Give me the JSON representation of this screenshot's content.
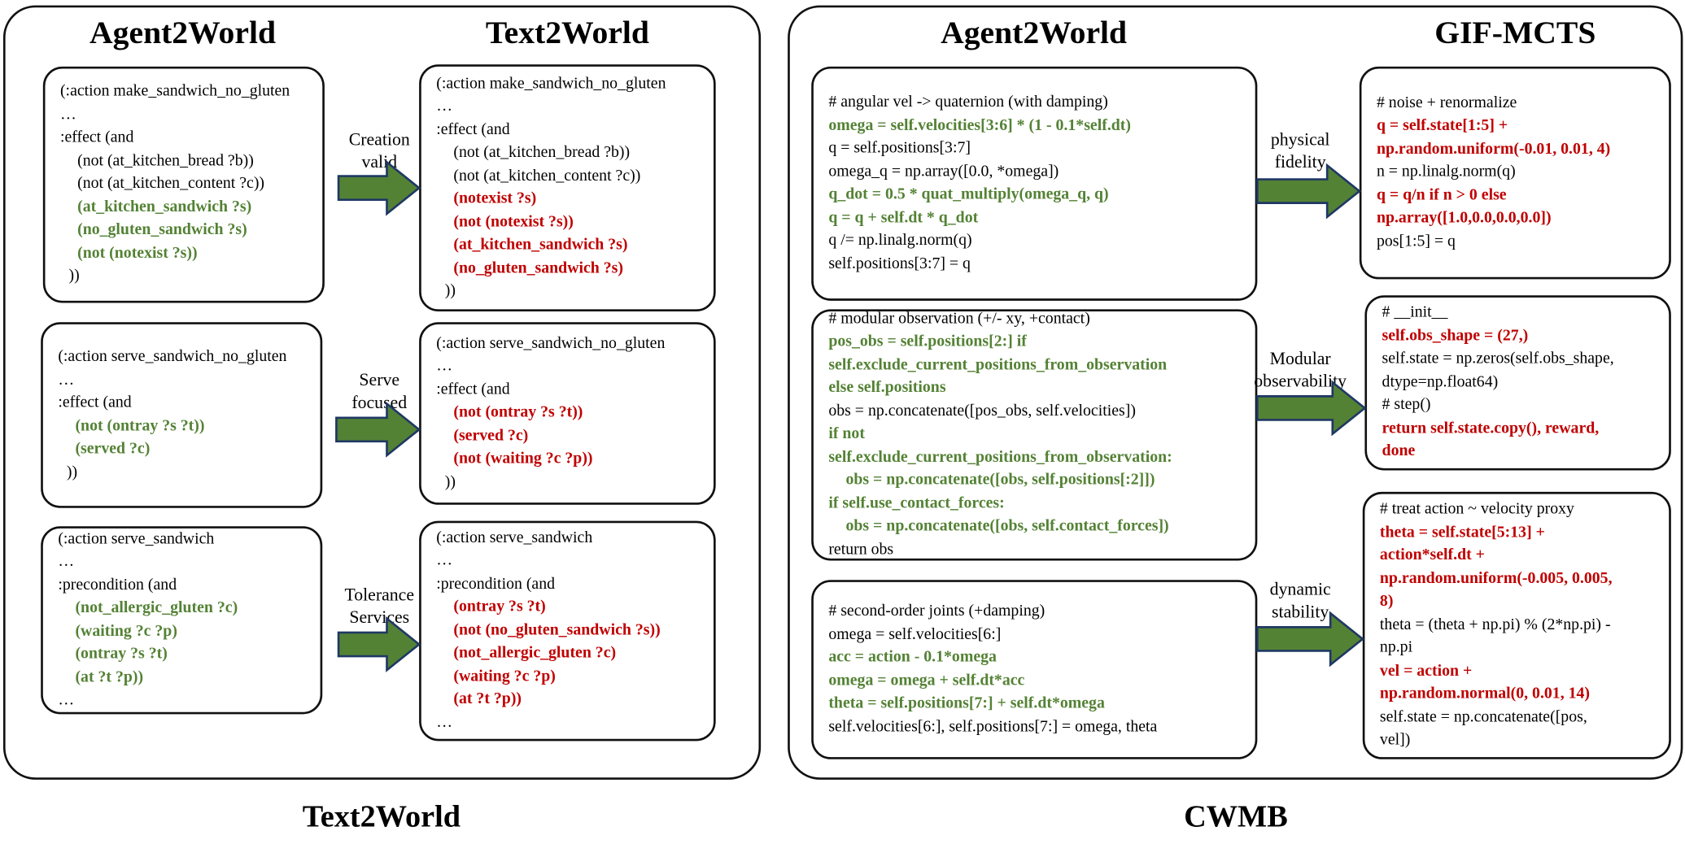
{
  "colors": {
    "added": "#548235",
    "error": "#c00000",
    "arrow_fill": "#548235",
    "arrow_stroke": "#1f3864"
  },
  "left_panel": {
    "footer": "Text2World",
    "headers": [
      "Agent2World",
      "Text2World"
    ],
    "rows": [
      {
        "label": [
          "Creation",
          "valid"
        ],
        "left": [
          {
            "t": "(:action make_sandwich_no_gluten",
            "c": "k",
            "i": 0
          },
          {
            "t": "…",
            "c": "k",
            "i": 0
          },
          {
            "t": ":effect (and",
            "c": "k",
            "i": 0
          },
          {
            "t": "(not (at_kitchen_bread ?b))",
            "c": "k",
            "i": 1
          },
          {
            "t": "(not (at_kitchen_content ?c))",
            "c": "k",
            "i": 1
          },
          {
            "t": "(at_kitchen_sandwich ?s)",
            "c": "g",
            "i": 1
          },
          {
            "t": "(no_gluten_sandwich ?s)",
            "c": "g",
            "i": 1
          },
          {
            "t": "(not (notexist ?s))",
            "c": "g",
            "i": 1
          },
          {
            "t": "))",
            "c": "k",
            "i": 0.5
          }
        ],
        "right": [
          {
            "t": "(:action make_sandwich_no_gluten",
            "c": "k",
            "i": 0
          },
          {
            "t": "…",
            "c": "k",
            "i": 0
          },
          {
            "t": ":effect (and",
            "c": "k",
            "i": 0
          },
          {
            "t": "(not (at_kitchen_bread ?b))",
            "c": "k",
            "i": 1
          },
          {
            "t": "(not (at_kitchen_content ?c))",
            "c": "k",
            "i": 1
          },
          {
            "t": "(notexist ?s)",
            "c": "r",
            "i": 1
          },
          {
            "t": "(not (notexist ?s))",
            "c": "r",
            "i": 1
          },
          {
            "t": "(at_kitchen_sandwich ?s)",
            "c": "r",
            "i": 1
          },
          {
            "t": "(no_gluten_sandwich ?s)",
            "c": "r",
            "i": 1
          },
          {
            "t": "))",
            "c": "k",
            "i": 0.5
          }
        ]
      },
      {
        "label": [
          "Serve",
          "focused"
        ],
        "left": [
          {
            "t": "(:action serve_sandwich_no_gluten",
            "c": "k",
            "i": 0
          },
          {
            "t": "…",
            "c": "k",
            "i": 0
          },
          {
            "t": ":effect (and",
            "c": "k",
            "i": 0
          },
          {
            "t": "(not (ontray ?s ?t))",
            "c": "g",
            "i": 1
          },
          {
            "t": "(served ?c)",
            "c": "g",
            "i": 1
          },
          {
            "t": "))",
            "c": "k",
            "i": 0.5
          }
        ],
        "right": [
          {
            "t": "(:action serve_sandwich_no_gluten",
            "c": "k",
            "i": 0
          },
          {
            "t": "…",
            "c": "k",
            "i": 0
          },
          {
            "t": ":effect (and",
            "c": "k",
            "i": 0
          },
          {
            "t": "(not (ontray ?s ?t))",
            "c": "r",
            "i": 1
          },
          {
            "t": "(served ?c)",
            "c": "r",
            "i": 1
          },
          {
            "t": "(not (waiting ?c ?p))",
            "c": "r",
            "i": 1
          },
          {
            "t": "))",
            "c": "k",
            "i": 0.5
          }
        ]
      },
      {
        "label": [
          "Tolerance",
          "Services"
        ],
        "left": [
          {
            "t": "(:action serve_sandwich",
            "c": "k",
            "i": 0
          },
          {
            "t": "…",
            "c": "k",
            "i": 0
          },
          {
            "t": ":precondition (and",
            "c": "k",
            "i": 0
          },
          {
            "t": "(not_allergic_gluten ?c)",
            "c": "g",
            "i": 1
          },
          {
            "t": "(waiting ?c ?p)",
            "c": "g",
            "i": 1
          },
          {
            "t": "(ontray ?s ?t)",
            "c": "g",
            "i": 1
          },
          {
            "t": "(at ?t ?p))",
            "c": "g",
            "i": 1
          },
          {
            "t": "…",
            "c": "k",
            "i": 0
          }
        ],
        "right": [
          {
            "t": "(:action serve_sandwich",
            "c": "k",
            "i": 0
          },
          {
            "t": "…",
            "c": "k",
            "i": 0
          },
          {
            "t": ":precondition (and",
            "c": "k",
            "i": 0
          },
          {
            "t": "(ontray ?s ?t)",
            "c": "r",
            "i": 1
          },
          {
            "t": "(not (no_gluten_sandwich ?s))",
            "c": "r",
            "i": 1
          },
          {
            "t": "(not_allergic_gluten ?c)",
            "c": "r",
            "i": 1
          },
          {
            "t": "(waiting ?c ?p)",
            "c": "r",
            "i": 1
          },
          {
            "t": "(at ?t ?p))",
            "c": "r",
            "i": 1
          },
          {
            "t": "…",
            "c": "k",
            "i": 0
          }
        ]
      }
    ]
  },
  "right_panel": {
    "footer": "CWMB",
    "headers": [
      "Agent2World",
      "GIF-MCTS"
    ],
    "rows": [
      {
        "label": [
          "physical",
          "fidelity"
        ],
        "left": [
          {
            "t": "# angular vel -> quaternion (with damping)",
            "c": "k",
            "i": 0
          },
          {
            "t": "omega = self.velocities[3:6] * (1 - 0.1*self.dt)",
            "c": "g",
            "i": 0
          },
          {
            "t": "q = self.positions[3:7]",
            "c": "k",
            "i": 0
          },
          {
            "t": "omega_q = np.array([0.0, *omega])",
            "c": "k",
            "i": 0
          },
          {
            "t": "q_dot = 0.5 * quat_multiply(omega_q, q)",
            "c": "g",
            "i": 0
          },
          {
            "t": "q = q + self.dt * q_dot",
            "c": "g",
            "i": 0
          },
          {
            "t": "q /= np.linalg.norm(q)",
            "c": "k",
            "i": 0
          },
          {
            "t": "self.positions[3:7] = q",
            "c": "k",
            "i": 0
          }
        ],
        "right": [
          {
            "t": "# noise + renormalize",
            "c": "k",
            "i": 0
          },
          {
            "t": "q = self.state[1:5] +",
            "c": "r",
            "i": 0
          },
          {
            "t": "np.random.uniform(-0.01, 0.01, 4)",
            "c": "r",
            "i": 0
          },
          {
            "t": "n = np.linalg.norm(q)",
            "c": "k",
            "i": 0
          },
          {
            "t": "q = q/n if n > 0 else",
            "c": "r",
            "i": 0
          },
          {
            "t": "np.array([1.0,0.0,0.0,0.0])",
            "c": "r",
            "i": 0
          },
          {
            "t": "pos[1:5] = q",
            "c": "k",
            "i": 0
          }
        ]
      },
      {
        "label": [
          "Modular",
          "observability"
        ],
        "left": [
          {
            "t": "# modular observation (+/- xy, +contact)",
            "c": "k",
            "i": 0
          },
          {
            "t": "pos_obs = self.positions[2:] if",
            "c": "g",
            "i": 0
          },
          {
            "t": "self.exclude_current_positions_from_observation",
            "c": "g",
            "i": 0
          },
          {
            "t": "else self.positions",
            "c": "g",
            "i": 0
          },
          {
            "t": "obs = np.concatenate([pos_obs, self.velocities])",
            "c": "k",
            "i": 0
          },
          {
            "t": "if not",
            "c": "g",
            "i": 0
          },
          {
            "t": "self.exclude_current_positions_from_observation:",
            "c": "g",
            "i": 0
          },
          {
            "t": "obs = np.concatenate([obs, self.positions[:2]])",
            "c": "g",
            "i": 1
          },
          {
            "t": "if self.use_contact_forces:",
            "c": "g",
            "i": 0
          },
          {
            "t": "obs = np.concatenate([obs, self.contact_forces])",
            "c": "g",
            "i": 1
          },
          {
            "t": "return obs",
            "c": "k",
            "i": 0
          }
        ],
        "right": [
          {
            "t": "# __init__",
            "c": "k",
            "i": 0
          },
          {
            "t": "self.obs_shape = (27,)",
            "c": "r",
            "i": 0
          },
          {
            "t": "self.state = np.zeros(self.obs_shape,",
            "c": "k",
            "i": 0
          },
          {
            "t": "dtype=np.float64)",
            "c": "k",
            "i": 0
          },
          {
            "t": "# step()",
            "c": "k",
            "i": 0
          },
          {
            "t": "return self.state.copy(), reward,",
            "c": "r",
            "i": 0
          },
          {
            "t": "done",
            "c": "r",
            "i": 0
          }
        ]
      },
      {
        "label": [
          "dynamic",
          "stability"
        ],
        "left": [
          {
            "t": "# second-order joints (+damping)",
            "c": "k",
            "i": 0
          },
          {
            "t": "omega = self.velocities[6:]",
            "c": "k",
            "i": 0
          },
          {
            "t": "acc = action - 0.1*omega",
            "c": "g",
            "i": 0
          },
          {
            "t": "omega = omega + self.dt*acc",
            "c": "g",
            "i": 0
          },
          {
            "t": "theta = self.positions[7:] + self.dt*omega",
            "c": "g",
            "i": 0
          },
          {
            "t": "self.velocities[6:], self.positions[7:] = omega, theta",
            "c": "k",
            "i": 0
          }
        ],
        "right": [
          {
            "t": "# treat action ~ velocity proxy",
            "c": "k",
            "i": 0
          },
          {
            "t": "theta = self.state[5:13] +",
            "c": "r",
            "i": 0
          },
          {
            "t": "action*self.dt +",
            "c": "r",
            "i": 0
          },
          {
            "t": "np.random.uniform(-0.005, 0.005,",
            "c": "r",
            "i": 0
          },
          {
            "t": "8)",
            "c": "r",
            "i": 0
          },
          {
            "t": "theta = (theta + np.pi) % (2*np.pi) -",
            "c": "k",
            "i": 0
          },
          {
            "t": "np.pi",
            "c": "k",
            "i": 0
          },
          {
            "t": "vel = action +",
            "c": "r",
            "i": 0
          },
          {
            "t": "np.random.normal(0, 0.01, 14)",
            "c": "r",
            "i": 0
          },
          {
            "t": "self.state = np.concatenate([pos,",
            "c": "k",
            "i": 0
          },
          {
            "t": "vel])",
            "c": "k",
            "i": 0
          }
        ]
      }
    ]
  }
}
